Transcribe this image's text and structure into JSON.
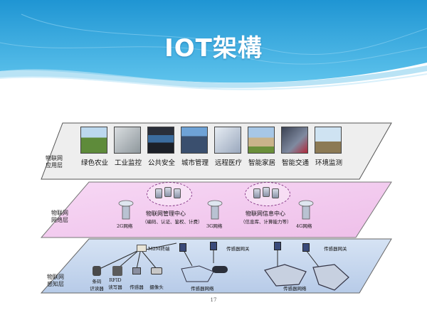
{
  "slide": {
    "title": "IOT架構",
    "page_number": "17",
    "accent_colors": {
      "header_blue": "#1a9ad6",
      "network_pink": "#f2c7f0",
      "perception_blue": "#c9d9f0",
      "app_gray": "#eeeeee"
    }
  },
  "application_layer": {
    "label_line1": "物联网",
    "label_line2": "应用层",
    "items": [
      {
        "label": "绿色农业",
        "icon": "farm-photo"
      },
      {
        "label": "工业监控",
        "icon": "industrial-photo"
      },
      {
        "label": "公共安全",
        "icon": "control-room-photo"
      },
      {
        "label": "城市管理",
        "icon": "city-photo"
      },
      {
        "label": "远程医疗",
        "icon": "medical-photo"
      },
      {
        "label": "智能家居",
        "icon": "house-photo"
      },
      {
        "label": "智能交通",
        "icon": "traffic-photo"
      },
      {
        "label": "环境监测",
        "icon": "weather-station-photo"
      }
    ]
  },
  "network_layer": {
    "label_line1": "物联网",
    "label_line2": "网络层",
    "management_center": {
      "title": "物联网管理中心",
      "subtitle": "（编码、认证、鉴权、计费）"
    },
    "information_center": {
      "title": "物联网信息中心",
      "subtitle": "（信息库、计算能力等）"
    },
    "networks": [
      "2G网络",
      "3G网络",
      "4G网络"
    ]
  },
  "perception_layer": {
    "label_line1": "物联网",
    "label_line2": "感知层",
    "m2m_terminal": "M2M终端",
    "gateways": [
      "传感器网关",
      "传感器网关"
    ],
    "devices": [
      {
        "label_line1": "条码",
        "label_line2": "识读器"
      },
      {
        "label_line1": "RFID",
        "label_line2": "读写器"
      },
      {
        "label_line1": "传感器",
        "label_line2": ""
      },
      {
        "label_line1": "摄像头",
        "label_line2": ""
      }
    ],
    "sensor_networks": [
      "传感器网络",
      "传感器网络"
    ]
  }
}
